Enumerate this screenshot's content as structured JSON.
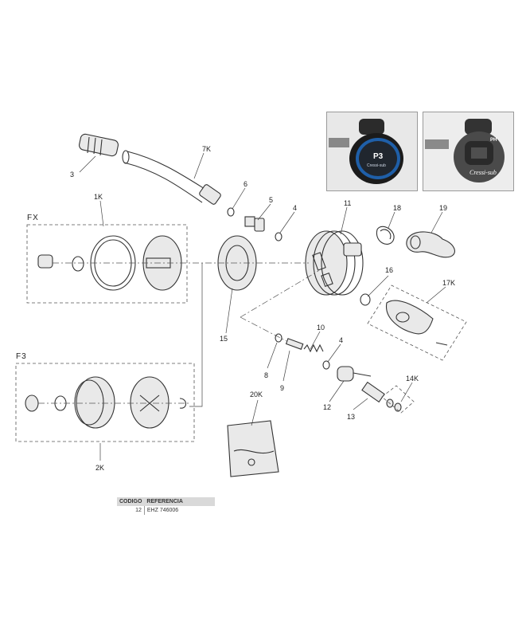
{
  "labels": {
    "p3": "3",
    "p7k": "7K",
    "p6": "6",
    "p5": "5",
    "p4a": "4",
    "p11": "11",
    "p18": "18",
    "p19": "19",
    "p1k": "1K",
    "p16": "16",
    "p17k": "17K",
    "p15": "15",
    "p10": "10",
    "p4b": "4",
    "p14k": "14K",
    "p8": "8",
    "p9": "9",
    "p12": "12",
    "p20k": "20K",
    "p13": "13",
    "p2k": "2K"
  },
  "groups": {
    "fx": "FX",
    "f3": "F3"
  },
  "photos": {
    "p3_badge": "P3",
    "p3_brand": "Cressi-sub",
    "ph_badge": "PH",
    "ph_brand": "Cressi-sub"
  },
  "table": {
    "headers": {
      "code": "CODIGO",
      "ref": "REFERENCIA"
    },
    "rows": [
      {
        "code": "12",
        "ref": "EHZ 746006"
      }
    ]
  },
  "colors": {
    "line": "#333333",
    "photo_blue": "#1f5fa8",
    "table_header": "#d9d9d9"
  }
}
